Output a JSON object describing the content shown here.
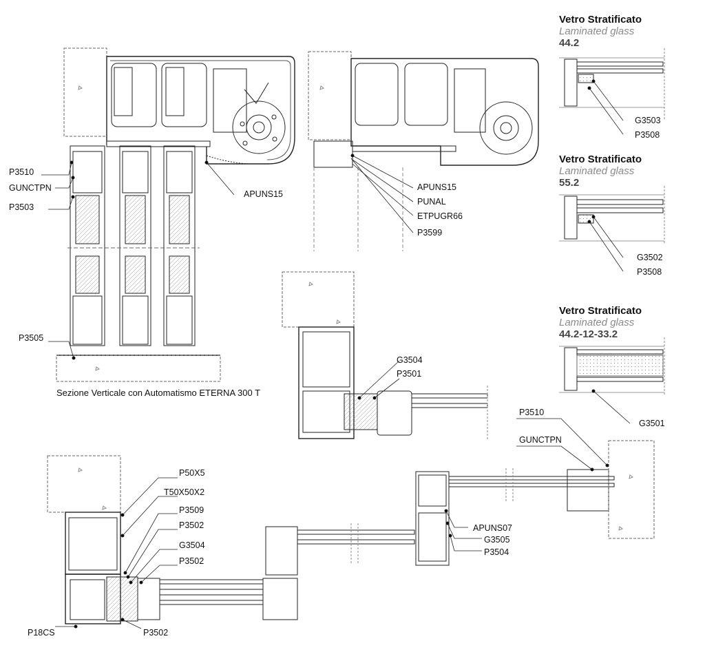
{
  "glass_types": [
    {
      "title": "Vetro Stratificato",
      "subtitle": "Laminated glass",
      "spec": "44.2"
    },
    {
      "title": "Vetro Stratificato",
      "subtitle": "Laminated glass",
      "spec": "55.2"
    },
    {
      "title": "Vetro Stratificato",
      "subtitle": "Laminated glass",
      "spec": "44.2-12-33.2"
    }
  ],
  "caption": "Sezione Verticale con Automatismo ETERNA 300 T",
  "labels": {
    "vertical_section": [
      "P3510",
      "GUNCTPN",
      "P3503",
      "APUNS15",
      "P3505"
    ],
    "top_section": [
      "APUNS15",
      "PUNAL",
      "ETPUGR66",
      "P3599"
    ],
    "glass_1": [
      "G3503",
      "P3508"
    ],
    "glass_2": [
      "G3502",
      "P3508"
    ],
    "glass_3": [
      "G3501"
    ],
    "middle_detail": [
      "G3504",
      "P3501"
    ],
    "bottom_left": [
      "P50X5",
      "T50X50X2",
      "P3509",
      "P3502",
      "G3504",
      "P3502",
      "P18CS",
      "P3502"
    ],
    "bottom_right": [
      "P3510",
      "GUNCTPN",
      "APUNS07",
      "G3505",
      "P3504"
    ]
  }
}
